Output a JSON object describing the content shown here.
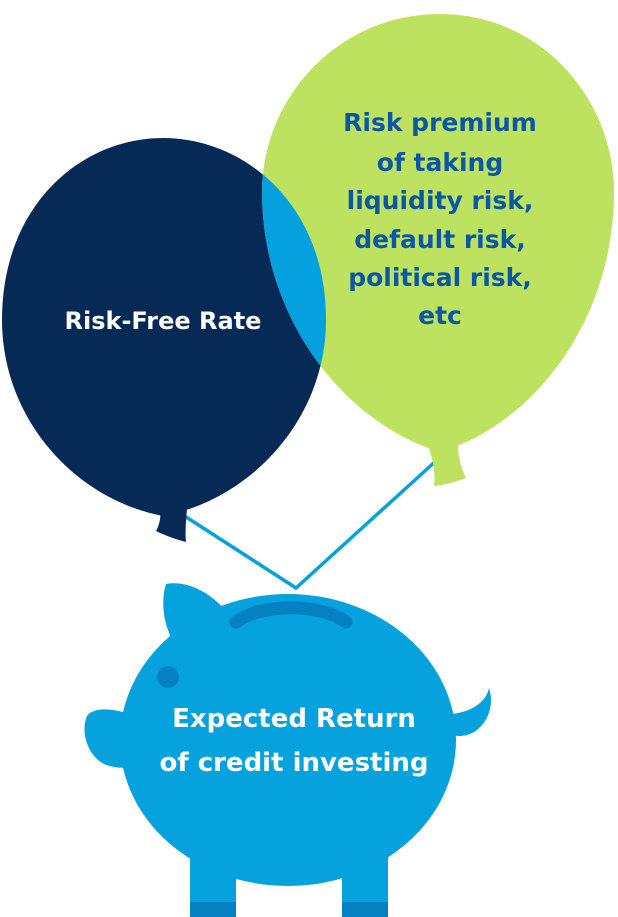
{
  "colors": {
    "navy": "#062a55",
    "lime": "#bde25f",
    "overlap": "#05a1df",
    "pig": "#06a2de",
    "pig_dark": "#0580c3",
    "string": "#05a1df",
    "text_light": "#ffffff",
    "text_blue": "#0a57a7"
  },
  "balloons": {
    "risk_free": {
      "label": "Risk-Free Rate"
    },
    "risk_premium": {
      "lines": [
        "Risk premium",
        "of taking",
        "liquidity risk,",
        "default risk,",
        "political risk,",
        "etc"
      ]
    }
  },
  "piggy_bank": {
    "lines": [
      "Expected Return",
      "of credit investing"
    ]
  }
}
